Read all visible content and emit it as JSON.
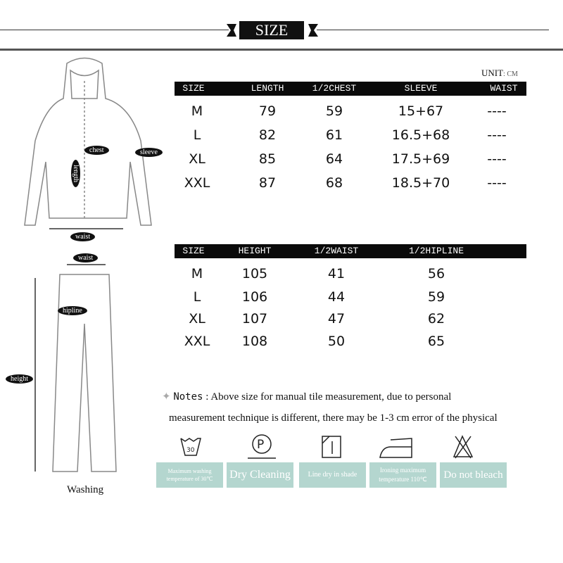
{
  "title": "SIZE",
  "unit_label": "UNIT",
  "unit_value": "CM",
  "top_table": {
    "headers": [
      "SIZE",
      "LENGTH",
      "1/2CHEST",
      "SLEEVE",
      "WAIST"
    ],
    "rows": [
      [
        "M",
        "79",
        "59",
        "15+67",
        "----"
      ],
      [
        "L",
        "82",
        "61",
        "16.5+68",
        "----"
      ],
      [
        "XL",
        "85",
        "64",
        "17.5+69",
        "----"
      ],
      [
        "XXL",
        "87",
        "68",
        "18.5+70",
        "----"
      ]
    ]
  },
  "bottom_table": {
    "headers": [
      "SIZE",
      "HEIGHT",
      "1/2WAIST",
      "1/2HIPLINE"
    ],
    "rows": [
      [
        "M",
        "105",
        "41",
        "56"
      ],
      [
        "L",
        "106",
        "44",
        "59"
      ],
      [
        "XL",
        "107",
        "47",
        "62"
      ],
      [
        "XXL",
        "108",
        "50",
        "65"
      ]
    ]
  },
  "diagram_labels": {
    "chest": "chest",
    "sleeve": "sleeve",
    "length": "length",
    "waist_top": "waist",
    "waist_pants": "waist",
    "hipline": "hipline",
    "height": "height",
    "washing": "Washing"
  },
  "notes": {
    "label": "Notes",
    "line1": ": Above size for manual tile measurement, due to personal",
    "line2": "measurement technique is different, there may be 1-3 cm error of the physical"
  },
  "care": [
    {
      "icon": "wash-30-icon",
      "number": "30",
      "text": "Maximum washing temperature of 30℃"
    },
    {
      "icon": "dry-clean-p-icon",
      "text": "Dry Cleaning"
    },
    {
      "icon": "line-dry-shade-icon",
      "text": "Line dry in shade"
    },
    {
      "icon": "iron-low-icon",
      "text": "Ironing maximum temperature 110℃"
    },
    {
      "icon": "no-bleach-icon",
      "text": "Do not bleach"
    }
  ],
  "colors": {
    "care_box": "#b4d6cf",
    "header_bar": "#0a0a0a"
  }
}
